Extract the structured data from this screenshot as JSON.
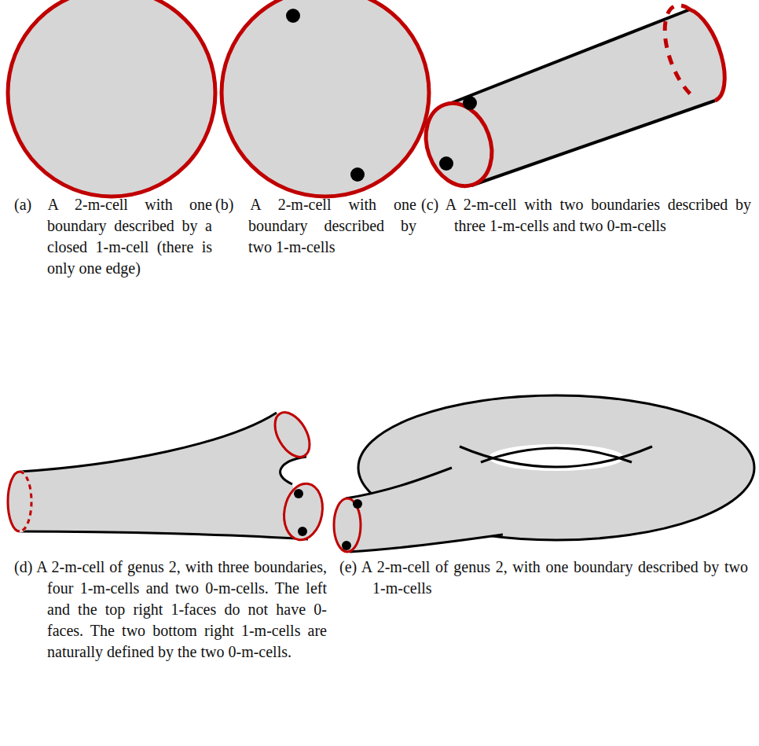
{
  "diagram": {
    "labels": [
      "(a) A 2-m-cell with one boundary described by a closed 1-m-cell (there is only one edge)",
      "(b) A 2-m-cell with one boundary described by two 1-m-cells",
      "(c) A 2-m-cell with two boundaries described by three 1-m-cells and two 0-m-cells",
      "(d) A 2-m-cell of genus 2, with three boundaries, four 1-m-cells and two 0-m-cells. The left and the top right 1-faces do not have 0-faces. The two bottom right 1-m-cells are naturally defined by the two 0-m-cells.",
      "(e) A 2-m-cell of genus 2, with one boundary described by two 1-m-cells"
    ]
  }
}
